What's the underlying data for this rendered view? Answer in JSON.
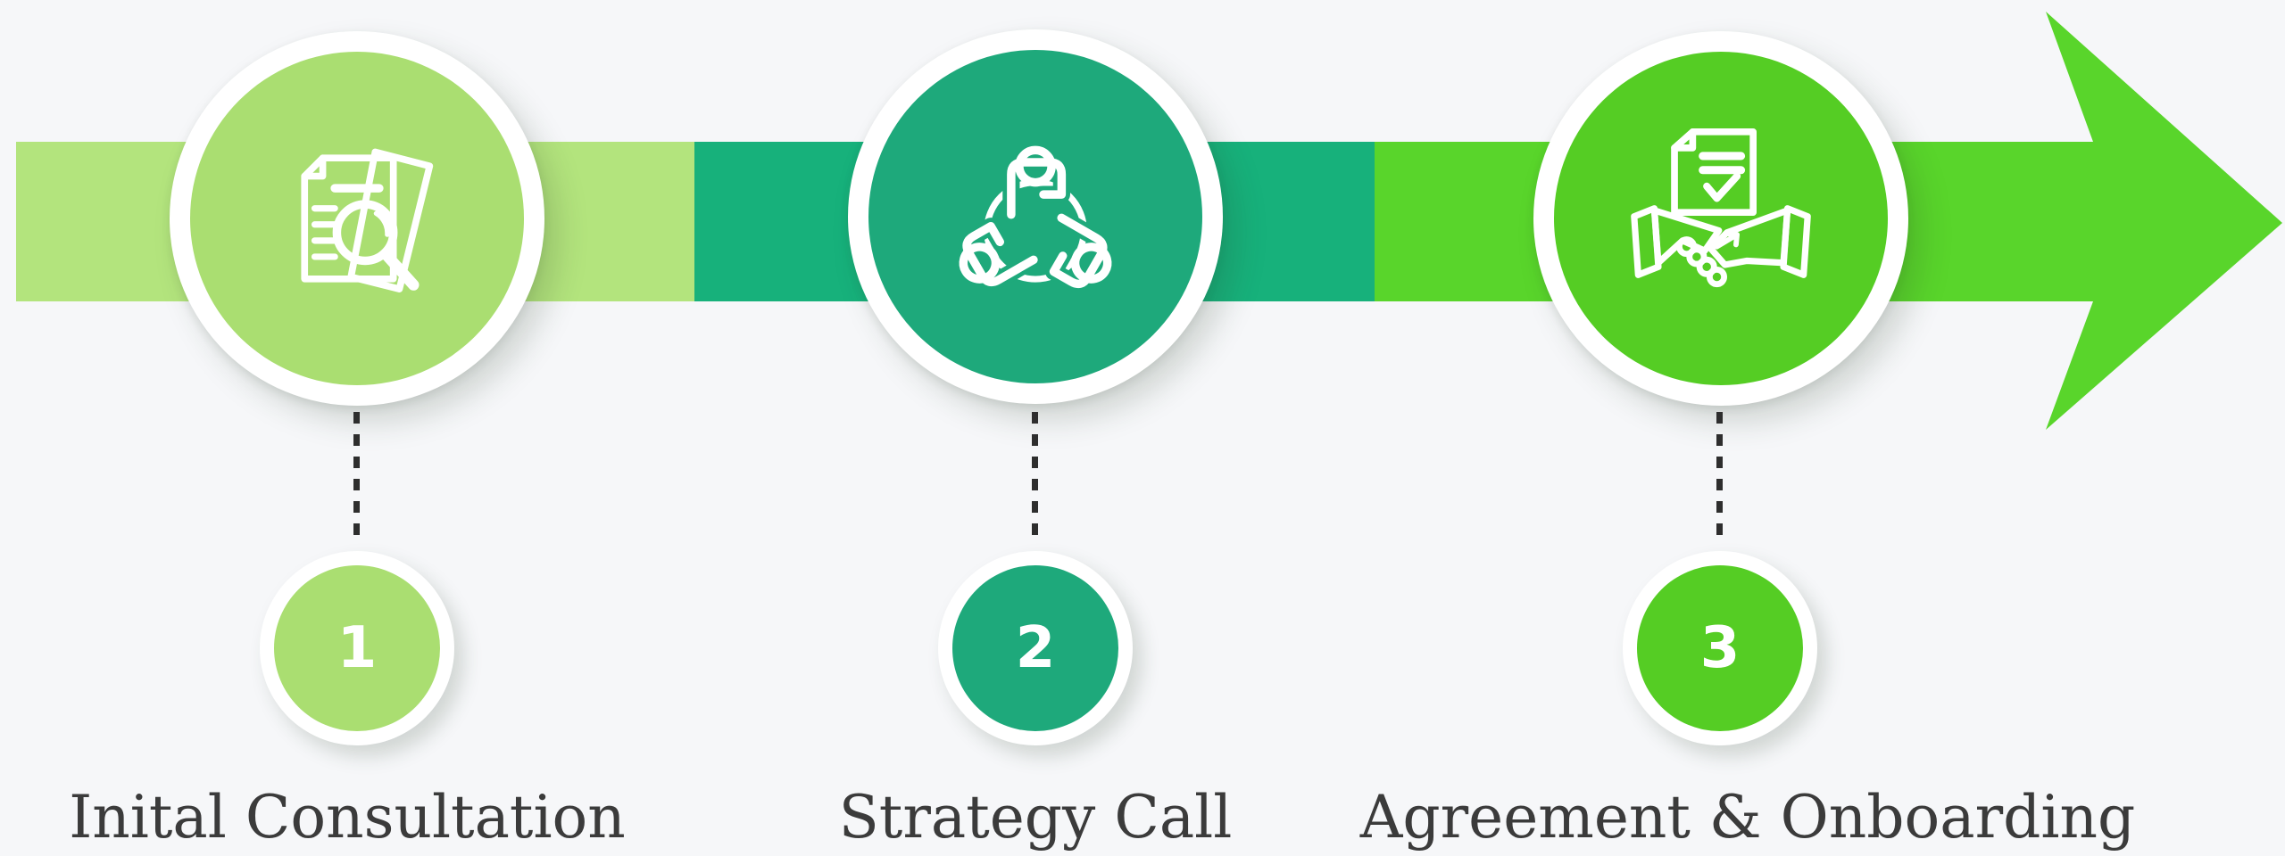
{
  "background_color": "#f6f7f9",
  "text_color": "#3b3b3b",
  "arrow": {
    "segment_colors": [
      "#b3e47d",
      "#17b17b",
      "#59d52b"
    ],
    "head_color": "#59d52b"
  },
  "steps": [
    {
      "number": "1",
      "label": "Inital Consultation",
      "color": "#aade71",
      "icon": "document-search-icon"
    },
    {
      "number": "2",
      "label": "Strategy Call",
      "color": "#1ea97b",
      "icon": "meeting-icon"
    },
    {
      "number": "3",
      "label": "Agreement & Onboarding",
      "color": "#55cd24",
      "icon": "agreement-handshake-icon"
    }
  ]
}
